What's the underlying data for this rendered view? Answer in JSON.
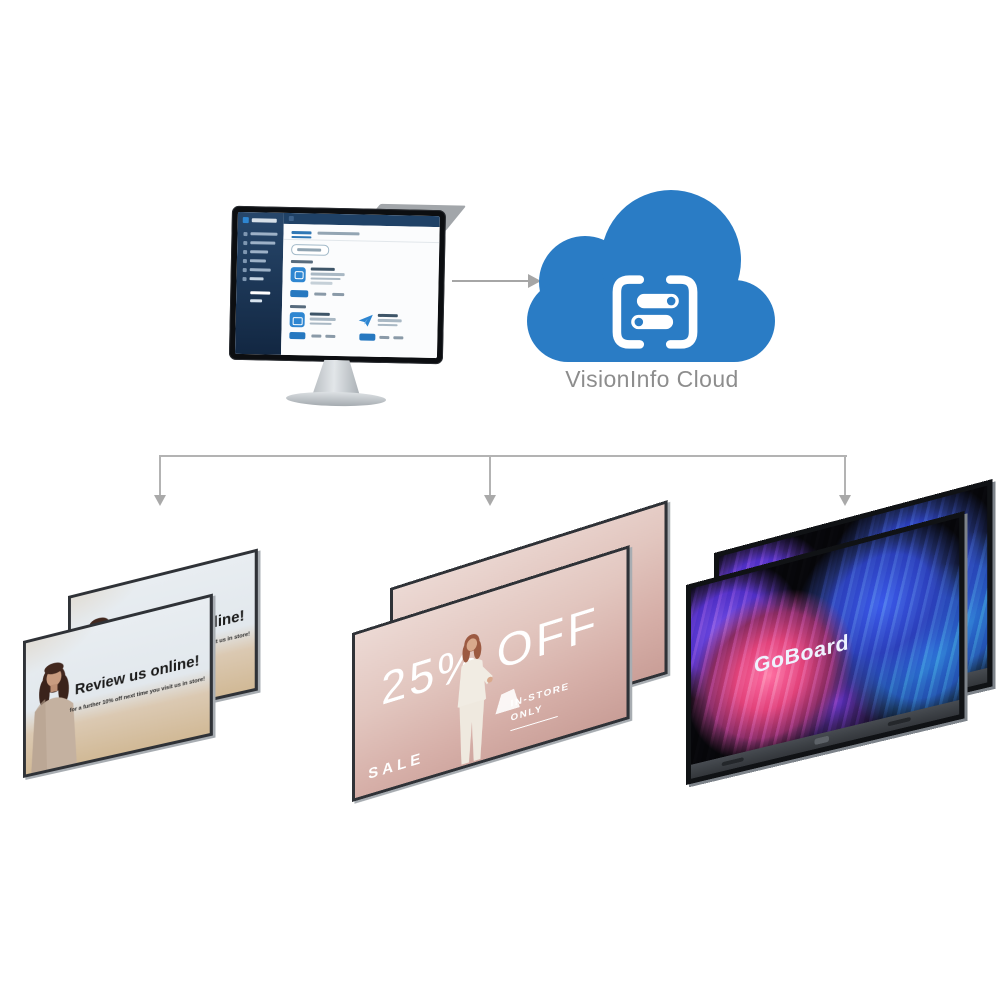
{
  "diagram": {
    "cloud": {
      "label": "VisionInfo Cloud",
      "color": "#2a7cc5"
    },
    "colors": {
      "accent_blue": "#2a7cc5",
      "button_blue": "#2678c0",
      "sidebar_navy": "#1d3c60",
      "connector_gray": "#a9a9a9",
      "label_gray": "#8d8d8d",
      "sale_pink": "#d8b2ab"
    },
    "ads": {
      "review": {
        "headline": "Review us online!",
        "subtext": "for a further 10% off next time you visit us in store!"
      },
      "sale": {
        "discount": "25% OFF",
        "tag": "SALE",
        "instore_line1": "IN-STORE",
        "instore_line2": "ONLY"
      },
      "goboard": {
        "brand": "GoBoard"
      }
    },
    "icons": {
      "cloud": "cloud-icon",
      "cms_logo": "bracket-toggles-icon",
      "monitor_to_cloud": "arrow-right-icon",
      "distribution": "arrow-down-icon",
      "app_card": "app-icon",
      "messaging_app": "paper-plane-icon"
    }
  }
}
